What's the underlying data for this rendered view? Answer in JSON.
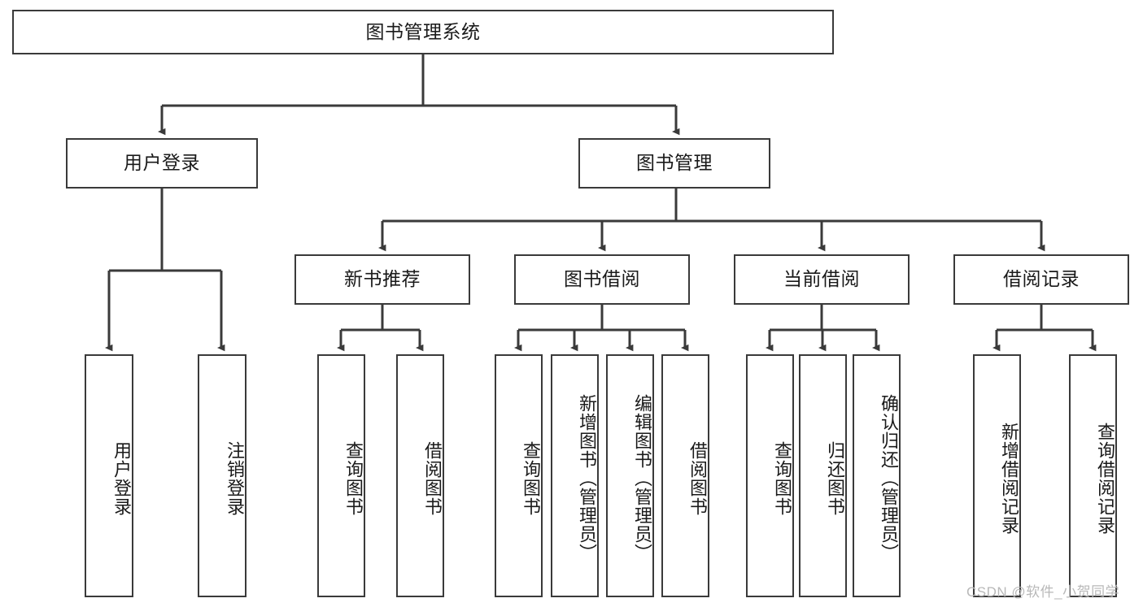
{
  "diagram": {
    "type": "tree-hierarchy-chart",
    "title": "图书管理系统",
    "watermark": "CSDN @软件_小贺同学",
    "colors": {
      "box_border": "#3a3a3a",
      "box_fill": "#ffffff",
      "edge": "#3a3a3a",
      "text": "#1a1a1a",
      "watermark": "#b8b8b8",
      "background": "#ffffff"
    },
    "root": {
      "label": "图书管理系统"
    },
    "level2": [
      {
        "label": "用户登录"
      },
      {
        "label": "图书管理"
      }
    ],
    "level3": [
      {
        "label": "新书推荐"
      },
      {
        "label": "图书借阅"
      },
      {
        "label": "当前借阅"
      },
      {
        "label": "借阅记录"
      }
    ],
    "leaves": {
      "user_login": [
        {
          "label": "用户登录"
        },
        {
          "label": "注销登录"
        }
      ],
      "new_book_recommend": [
        {
          "label": "查询图书"
        },
        {
          "label": "借阅图书"
        }
      ],
      "book_borrow": [
        {
          "label": "查询图书"
        },
        {
          "label": "新增图书（管理员）"
        },
        {
          "label": "编辑图书（管理员）"
        },
        {
          "label": "借阅图书"
        }
      ],
      "current_borrow": [
        {
          "label": "查询图书"
        },
        {
          "label": "归还图书"
        },
        {
          "label": "确认归还（管理员）"
        }
      ],
      "borrow_record": [
        {
          "label": "新增借阅记录"
        },
        {
          "label": "查询借阅记录"
        }
      ]
    }
  }
}
